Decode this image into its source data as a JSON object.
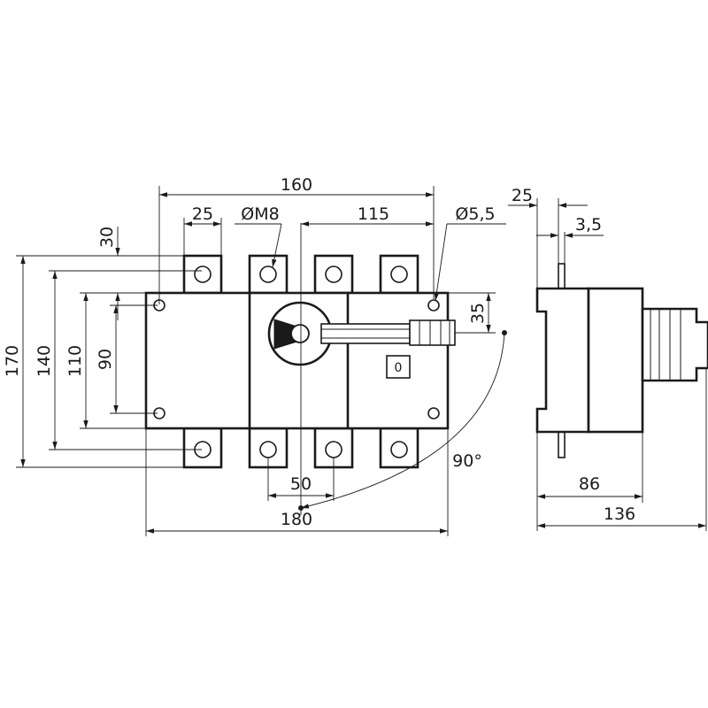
{
  "dimensions": {
    "front": {
      "width_160": "160",
      "pitch_25": "25",
      "thread_m8": "ØM8",
      "width_115": "115",
      "hole_d55": "Ø5,5",
      "offset_30": "30",
      "offset_35": "35",
      "height_170": "170",
      "height_140": "140",
      "height_110": "110",
      "height_90": "90",
      "pitch_50": "50",
      "width_180": "180",
      "angle_90": "90°"
    },
    "side": {
      "depth_25": "25",
      "depth_3_5": "3,5",
      "depth_86": "86",
      "depth_136": "136"
    }
  },
  "switch_marking": "0"
}
